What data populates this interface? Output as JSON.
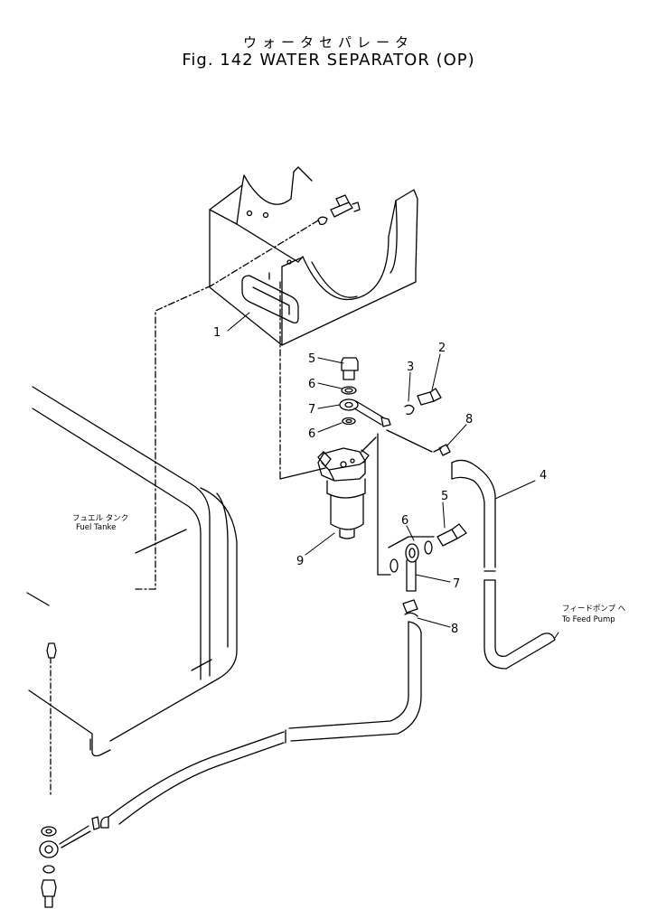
{
  "title": {
    "jp": "ウォータセパレータ",
    "en": "Fig. 142 WATER SEPARATOR (OP)"
  },
  "labels": {
    "fuel_tank_jp": "フュエル タンク",
    "fuel_tank_en": "Fuel Tanke",
    "feed_pump_jp": "フィードポンプ へ",
    "feed_pump_en": "To Feed Pump"
  },
  "callouts": [
    "1",
    "2",
    "3",
    "4",
    "5",
    "6",
    "7",
    "6",
    "8",
    "9",
    "5",
    "6",
    "7",
    "8"
  ]
}
